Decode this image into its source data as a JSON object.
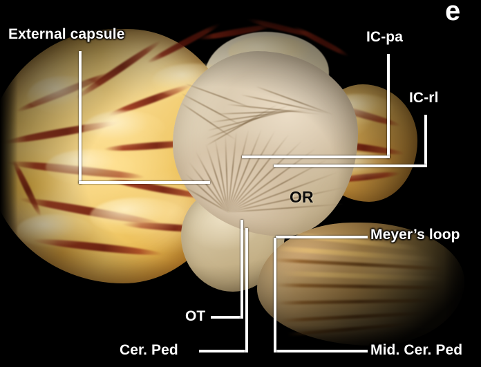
{
  "figure": {
    "panel_letter": "e",
    "background_color": "#000000",
    "label_color": "#ffffff",
    "dark_label_color": "#0b0b0b",
    "leader_color": "#ffffff",
    "subject": "white-matter fiber dissection of human cerebral hemisphere (lateral view)"
  },
  "labels": {
    "external_capsule": "External capsule",
    "ic_pa": "IC-pa",
    "ic_rl": "IC-rl",
    "or": "OR",
    "meyers_loop": "Meyer’s loop",
    "ot": "OT",
    "cer_ped": "Cer. Ped",
    "mid_cer_ped": "Mid. Cer. Ped"
  },
  "specimen": {
    "cortex_color": "#f2c75a",
    "sulcus_color": "#8e2614",
    "white_matter_color": "#ddd0b4",
    "temporal_color": "#c99c56"
  }
}
